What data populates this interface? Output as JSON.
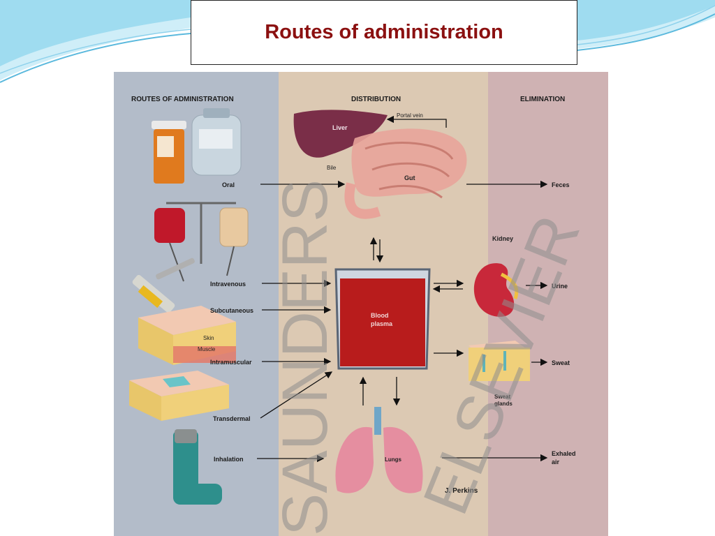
{
  "slide": {
    "title": "Routes of administration"
  },
  "figure": {
    "headers": {
      "routes": "ROUTES OF ADMINISTRATION",
      "distribution": "DISTRIBUTION",
      "elimination": "ELIMINATION"
    },
    "routes": {
      "oral": "Oral",
      "intravenous": "Intravenous",
      "subcutaneous": "Subcutaneous",
      "intramuscular": "Intramuscular",
      "transdermal": "Transdermal",
      "inhalation": "Inhalation"
    },
    "organs": {
      "liver": "Liver",
      "portal": "Portal vein",
      "bile": "Bile",
      "gut": "Gut",
      "blood1": "Blood",
      "blood2": "plasma",
      "lungs": "Lungs",
      "kidney": "Kidney",
      "sweat_glands1": "Sweat",
      "sweat_glands2": "glands",
      "skin": "Skin",
      "muscle": "Muscle"
    },
    "outputs": {
      "feces": "Feces",
      "urine": "Urine",
      "sweat": "Sweat",
      "exhaled1": "Exhaled",
      "exhaled2": "air"
    },
    "credit": "J. Perkins",
    "watermark1": "SAUNDERS",
    "watermark2": "ELSEVIER",
    "colors": {
      "routes_panel": "#b3bcc9",
      "distribution_panel": "#dcc9b3",
      "elimination_panel": "#cfb2b3",
      "title_text": "#8b1010",
      "blood": "#b81c1c"
    }
  }
}
